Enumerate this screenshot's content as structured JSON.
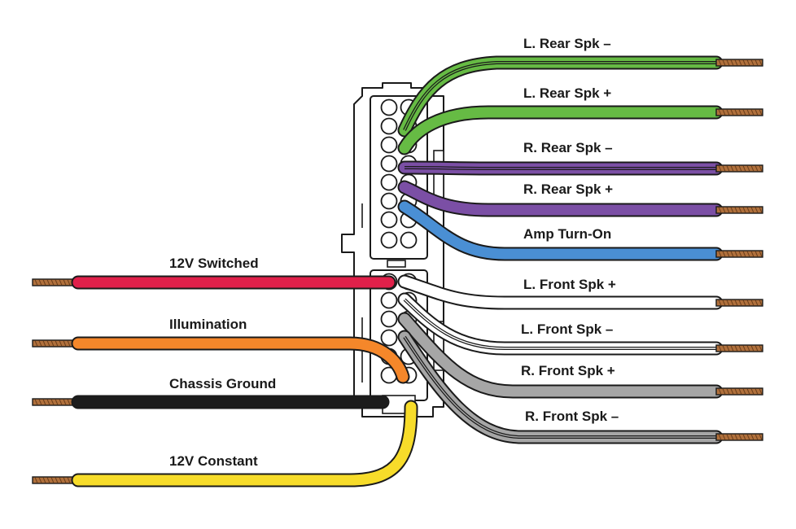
{
  "colors": {
    "outline": "#1a1a1a",
    "copper": "#b0703c",
    "connector_fill": "#ffffff"
  },
  "right_wires": [
    {
      "label": "L. Rear Spk –",
      "color": "#66bb44",
      "stripe": true
    },
    {
      "label": "L. Rear Spk +",
      "color": "#66bb44",
      "stripe": false
    },
    {
      "label": "R. Rear Spk –",
      "color": "#7b4fa5",
      "stripe": true
    },
    {
      "label": "R. Rear Spk +",
      "color": "#7b4fa5",
      "stripe": false
    },
    {
      "label": "Amp Turn-On",
      "color": "#4a8fd4",
      "stripe": false
    },
    {
      "label": "L. Front Spk +",
      "color": "#ffffff",
      "stripe": false
    },
    {
      "label": "L. Front Spk –",
      "color": "#ffffff",
      "stripe": true
    },
    {
      "label": "R. Front Spk +",
      "color": "#a6a6a6",
      "stripe": false
    },
    {
      "label": "R. Front Spk –",
      "color": "#a6a6a6",
      "stripe": true
    }
  ],
  "left_wires": [
    {
      "label": "12V Switched",
      "color": "#e0204a"
    },
    {
      "label": "Illumination",
      "color": "#f5872a"
    },
    {
      "label": "Chassis Ground",
      "color": "#1c1c1c"
    },
    {
      "label": "12V Constant",
      "color": "#f7dc2a"
    }
  ]
}
